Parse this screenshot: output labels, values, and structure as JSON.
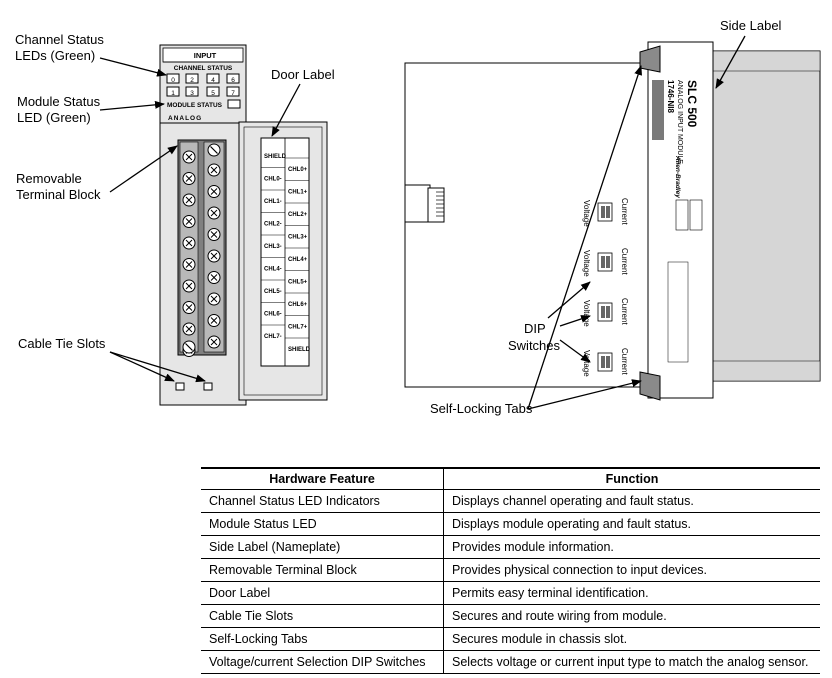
{
  "callouts": {
    "channel_status_leds": [
      "Channel Status",
      "LEDs (Green)"
    ],
    "module_status_led": [
      "Module Status",
      "LED (Green)"
    ],
    "removable_terminal_block": [
      "Removable",
      "Terminal Block"
    ],
    "cable_tie_slots": "Cable Tie Slots",
    "door_label": "Door Label",
    "side_label": "Side Label",
    "dip_switches": [
      "DIP",
      "Switches"
    ],
    "self_locking_tabs": "Self-Locking Tabs"
  },
  "front_panel": {
    "input_label": "INPUT",
    "channel_status_label": "CHANNEL STATUS",
    "leds_top": [
      "0",
      "2",
      "4",
      "6"
    ],
    "leds_bottom": [
      "1",
      "3",
      "5",
      "7"
    ],
    "module_status_label": "MODULE STATUS",
    "analog_label": "ANALOG"
  },
  "door_terminals": {
    "left": [
      "SHIELD",
      "CHL0-",
      "CHL1-",
      "CHL2-",
      "CHL3-",
      "CHL4-",
      "CHL5-",
      "CHL6-",
      "CHL7-"
    ],
    "right": [
      "CHL0+",
      "CHL1+",
      "CHL2+",
      "CHL3+",
      "CHL4+",
      "CHL5+",
      "CHL6+",
      "CHL7+",
      "SHIELD"
    ]
  },
  "side_view": {
    "brand_line": "SLC 500",
    "module_line": "ANALOG INPUT MODULE",
    "catalog": "1746-NI8",
    "maker": "Allen-Bradley",
    "switch_current": "Current",
    "switch_voltage": "Voltage"
  },
  "table": {
    "headers": [
      "Hardware Feature",
      "Function"
    ],
    "rows": [
      [
        "Channel Status LED Indicators",
        "Displays channel operating and fault status."
      ],
      [
        "Module Status LED",
        "Displays module operating and fault status."
      ],
      [
        "Side Label (Nameplate)",
        "Provides module information."
      ],
      [
        "Removable Terminal Block",
        "Provides physical connection to input devices."
      ],
      [
        "Door Label",
        "Permits easy terminal identification."
      ],
      [
        "Cable Tie Slots",
        "Secures and route wiring from module."
      ],
      [
        "Self-Locking Tabs",
        "Secures module in chassis slot."
      ],
      [
        "Voltage/current Selection DIP Switches",
        "Selects voltage or current input type to match the analog sensor."
      ]
    ]
  }
}
